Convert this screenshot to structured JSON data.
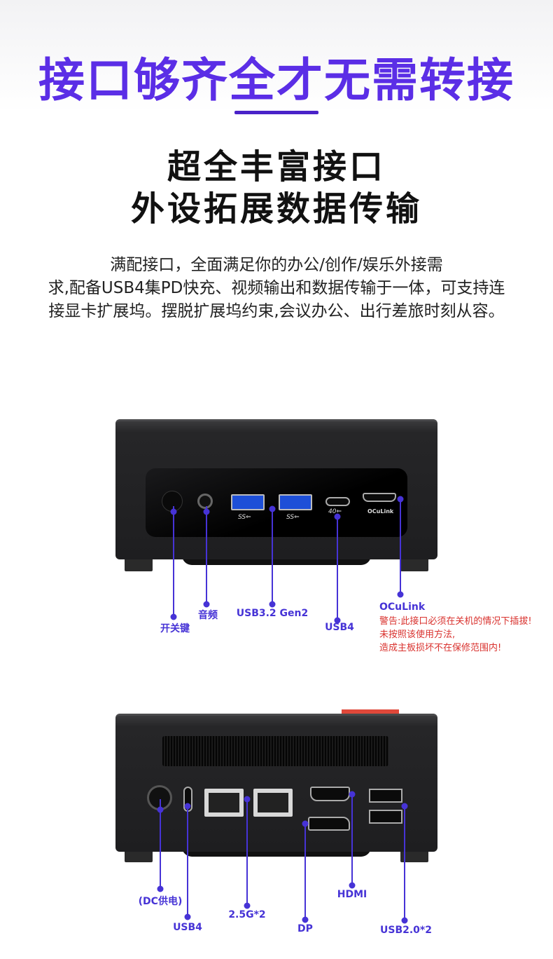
{
  "header": {
    "title": "接口够齐全才无需转接",
    "subtitle_line1": "超全丰富接口",
    "subtitle_line2": "外设拓展数据传输"
  },
  "description": {
    "line1": "满配接口，全面满足你的办公/创作/娱乐外接需",
    "line2": "求,配备USB4集PD快充、视频输出和数据传输于一体，可支持连",
    "line3": "接显卡扩展坞。摆脱扩展坞约束,会议办公、出行差旅时刻从容。"
  },
  "front": {
    "labels": {
      "power": "开关键",
      "audio": "音频",
      "usb32": "USB3.2 Gen2",
      "usb4": "USB4",
      "oculink": "OCuLink"
    },
    "port_marks": {
      "ss": "SS⇐",
      "forty": "40⇐",
      "oculink": "OCuLink"
    },
    "warning": [
      "警告:此接口必须在关机的情况下插拔!",
      "未按照该使用方法,",
      "造成主板损坏不在保修范围内!"
    ]
  },
  "back": {
    "labels": {
      "dc": "(DC供电)",
      "usb4": "USB4",
      "lan": "2.5G*2",
      "dp": "DP",
      "hdmi": "HDMI",
      "usb20": "USB2.0*2"
    }
  },
  "colors": {
    "accent": "#4633d6",
    "warning": "#d9322e",
    "title": "#5b2ee6"
  }
}
